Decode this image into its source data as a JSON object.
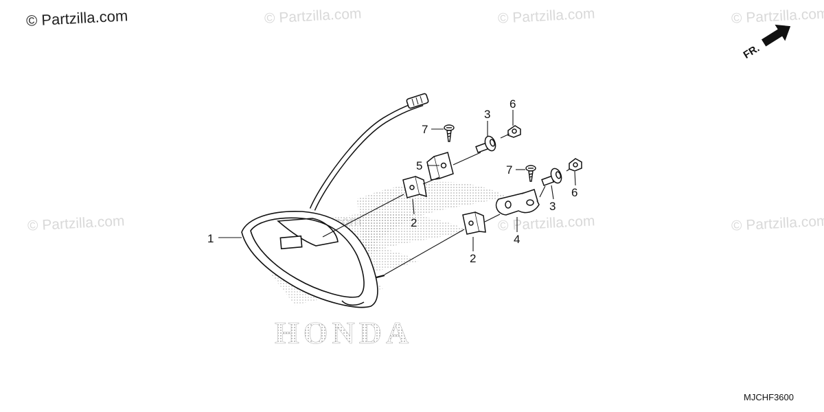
{
  "watermark": {
    "main": "© Partzilla.com",
    "faint": "© Partzilla.com"
  },
  "brand_mark": "HONDA",
  "direction_label": "FR.",
  "diagram_code": "MJCHF3600",
  "callouts": [
    {
      "id": "c1",
      "label": "1"
    },
    {
      "id": "c2a",
      "label": "2"
    },
    {
      "id": "c2b",
      "label": "2"
    },
    {
      "id": "c3a",
      "label": "3"
    },
    {
      "id": "c3b",
      "label": "3"
    },
    {
      "id": "c4",
      "label": "4"
    },
    {
      "id": "c5",
      "label": "5"
    },
    {
      "id": "c6a",
      "label": "6"
    },
    {
      "id": "c6b",
      "label": "6"
    },
    {
      "id": "c7a",
      "label": "7"
    },
    {
      "id": "c7b",
      "label": "7"
    }
  ]
}
